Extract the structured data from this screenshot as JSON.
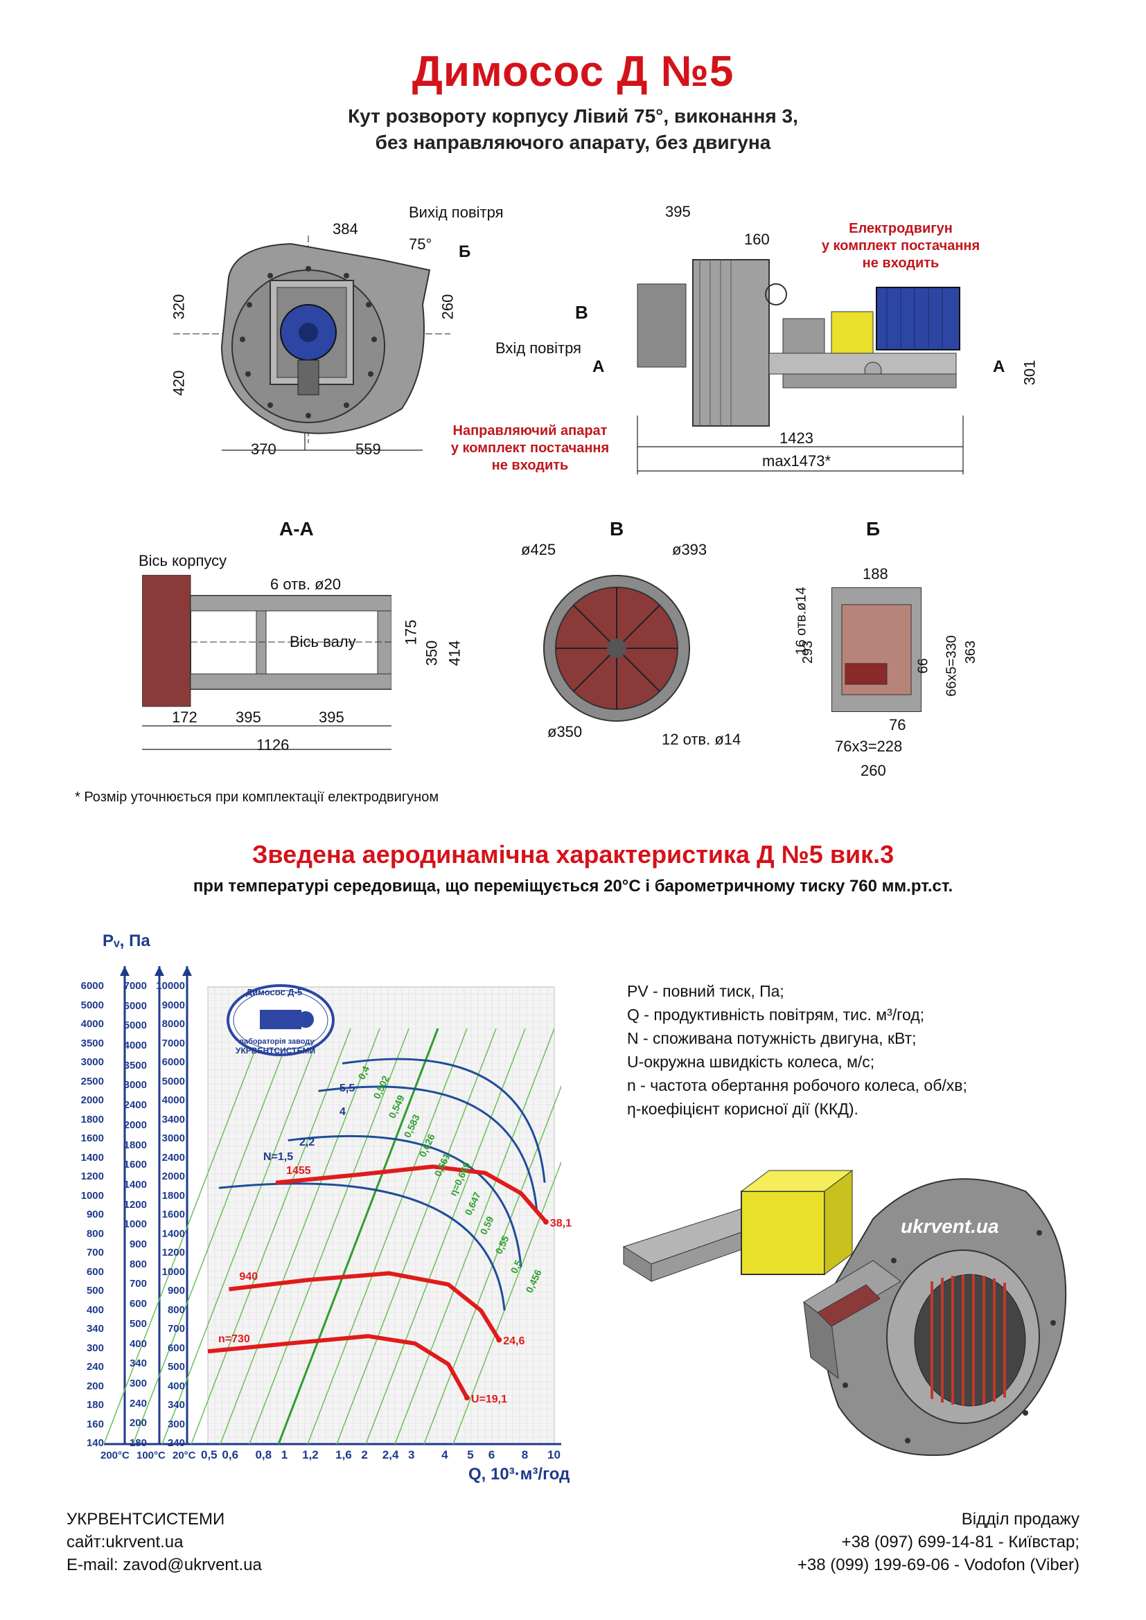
{
  "header": {
    "title": "Димосос  Д №5",
    "subtitle_line1": "Кут розвороту корпусу Лівий 75°, виконання 3,",
    "subtitle_line2": "без направляючого апарату, без двигуна"
  },
  "drawing_front": {
    "outlet_label": "Вихід повітря",
    "dim_384": "384",
    "angle": "75°",
    "view_b": "Б",
    "dim_320": "320",
    "dim_420": "420",
    "dim_260": "260",
    "dim_370": "370",
    "dim_559": "559",
    "watermark": "ukrvent.ua"
  },
  "drawing_side": {
    "dim_395": "395",
    "dim_160": "160",
    "motor_note": "Електродвигун\nу комплект постачання\nне входить",
    "view_v": "В",
    "inlet_label": "Вхід повітря",
    "section_a_left": "А",
    "section_a_right": "А",
    "dim_301": "301",
    "guide_note": "Направляючий апарат\nу комплект постачання\nне входить",
    "dim_1423": "1423",
    "dim_max": "max1473*"
  },
  "section_aa": {
    "title": "А-А",
    "axis_body": "Вісь корпусу",
    "holes": "6 отв. ø20",
    "axis_shaft": "Вісь валу",
    "dim_175": "175",
    "dim_350": "350",
    "dim_414": "414",
    "dim_172": "172",
    "dim_395a": "395",
    "dim_395b": "395",
    "dim_1126": "1126"
  },
  "view_v": {
    "title": "В",
    "d425": "ø425",
    "d393": "ø393",
    "d350": "ø350",
    "holes": "12 отв. ø14"
  },
  "view_b": {
    "title": "Б",
    "dim_188": "188",
    "holes": "16 отв.ø14",
    "dim_293": "293",
    "dim_66": "66",
    "dim_66x5": "66х5=330",
    "dim_363": "363",
    "dim_76": "76",
    "dim_76x3": "76х3=228",
    "dim_260": "260"
  },
  "footnote": "* Розмір уточнюється при комплектації електродвигуном",
  "characteristic": {
    "title": "Зведена аеродинамічна характеристика Д №5 вик.3",
    "subtitle": "при температурі середовища, що переміщується 20°С і барометричному тиску 760 мм.рт.ст."
  },
  "legend": [
    "PV - повний тиск, Па;",
    "Q - продуктивність повітрям, тис. м³/год;",
    "N - споживана потужність двигуна, кВт;",
    "U-окружна швидкість колеса, м/с;",
    "n - частота обертання робочого колеса, об/хв;",
    "η-коефіцієнт корисної дії (ККД)."
  ],
  "chart_data": {
    "type": "line",
    "title": "",
    "ylabel": "Pᵥ, Па",
    "xlabel": "Q, 10³·м³/год",
    "y_scale": "log",
    "x_scale": "log",
    "y_axis_200C": [
      6000,
      5000,
      4000,
      3500,
      3000,
      2500,
      2000,
      1800,
      1600,
      1400,
      1200,
      1000,
      900,
      800,
      700,
      600,
      500,
      400,
      340,
      300,
      240,
      200,
      180,
      160,
      140
    ],
    "y_axis_100C": [
      7000,
      6000,
      5000,
      4000,
      3500,
      3000,
      2400,
      2000,
      1800,
      1600,
      1400,
      1200,
      1000,
      900,
      800,
      700,
      600,
      500,
      400,
      340,
      300,
      240,
      200,
      180
    ],
    "y_axis_20C": [
      10000,
      9000,
      8000,
      7000,
      6000,
      5000,
      4000,
      3400,
      3000,
      2400,
      2000,
      1800,
      1600,
      1400,
      1200,
      1000,
      900,
      800,
      700,
      600,
      500,
      400,
      340,
      300,
      240
    ],
    "x_ticks": [
      "0,5",
      "0,6",
      "0,8",
      "1",
      "1,2",
      "1,6",
      "2",
      "2,4",
      "3",
      "4",
      "5",
      "6",
      "8",
      "10"
    ],
    "x_axis_temps": [
      "200°С",
      "100°С",
      "20°С"
    ],
    "series": [
      {
        "name": "n=730",
        "end_label": "U=19,1",
        "points": [
          [
            0.5,
            300
          ],
          [
            1.0,
            320
          ],
          [
            2.0,
            340
          ],
          [
            3.0,
            320
          ],
          [
            4.0,
            270
          ],
          [
            4.7,
            205
          ]
        ]
      },
      {
        "name": "940",
        "end_label": "24,6",
        "points": [
          [
            0.6,
            500
          ],
          [
            1.2,
            540
          ],
          [
            2.4,
            570
          ],
          [
            4.0,
            520
          ],
          [
            5.3,
            420
          ],
          [
            6.2,
            330
          ]
        ]
      },
      {
        "name": "1455",
        "end_label": "38,1",
        "points": [
          [
            0.9,
            1200
          ],
          [
            1.8,
            1280
          ],
          [
            3.5,
            1370
          ],
          [
            5.5,
            1300
          ],
          [
            7.5,
            1100
          ],
          [
            9.3,
            870
          ]
        ]
      }
    ],
    "power_curves": [
      "N=1,5",
      "2,2",
      "4",
      "5,5"
    ],
    "efficiency_lines": [
      "0,4",
      "0,502",
      "0,549",
      "0,583",
      "0,626",
      "0,661",
      "η=0,669",
      "0,647",
      "0,59",
      "0,55",
      "0,5",
      "0,456"
    ]
  },
  "badge": {
    "line1": "Димосос Д-5",
    "line2": "лабораторія заводу",
    "line3": "УКРВЕНТСИСТЕМИ"
  },
  "render_watermark": "ukrvent.ua",
  "footer": {
    "company": "УКРВЕНТСИСТЕМИ",
    "site": "сайт:ukrvent.ua",
    "email": "E-mail: zavod@ukrvent.ua",
    "sales_title": "Відділ продажу",
    "phone1": "+38 (097) 699-14-81 - Київстар;",
    "phone2": "+38 (099) 199-69-06 - Vodofon (Viber)"
  }
}
